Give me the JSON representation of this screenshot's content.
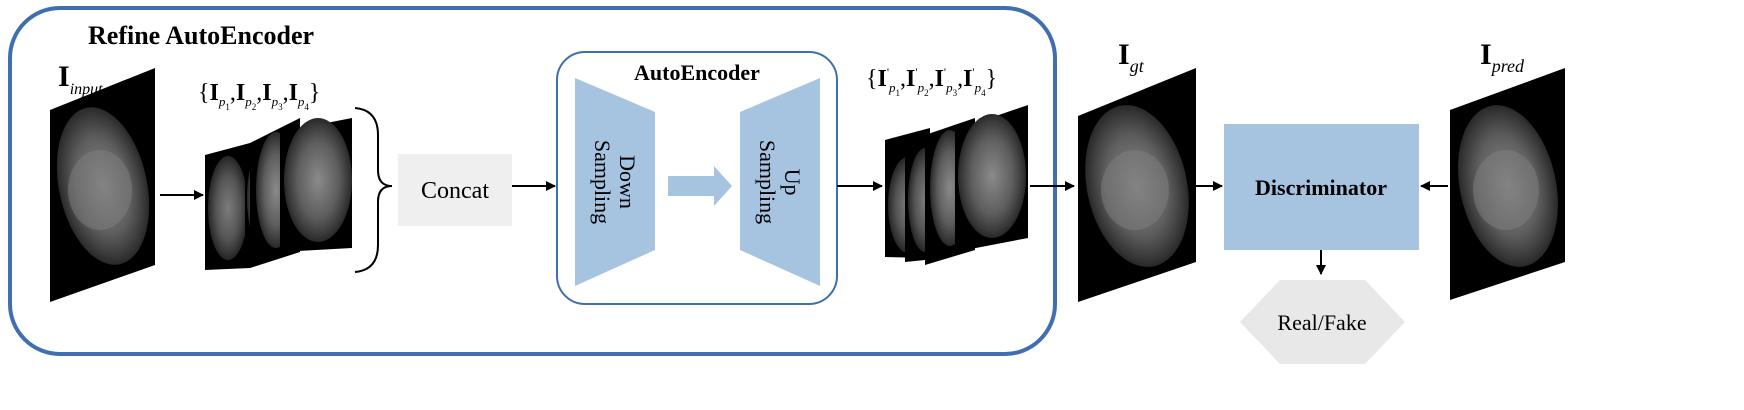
{
  "refine_box": {
    "title": "Refine AutoEncoder"
  },
  "autoencoder_box": {
    "title": "AutoEncoder"
  },
  "labels": {
    "input": {
      "base": "I",
      "sub": "input"
    },
    "gt": {
      "base": "I",
      "sub": "gt"
    },
    "pred": {
      "base": "I",
      "sub": "pred"
    },
    "patches_set": {
      "open": "{",
      "close": "}",
      "items": [
        {
          "base": "I",
          "sub": "p",
          "subsub": "1"
        },
        {
          "base": "I",
          "sub": "p",
          "subsub": "2"
        },
        {
          "base": "I",
          "sub": "p",
          "subsub": "3"
        },
        {
          "base": "I",
          "sub": "p",
          "subsub": "4"
        }
      ]
    },
    "refined_set": {
      "open": "{",
      "close": "}",
      "items": [
        {
          "base": "I",
          "prime": "'",
          "sub": "p",
          "subsub": "1"
        },
        {
          "base": "I",
          "prime": "'",
          "sub": "p",
          "subsub": "2"
        },
        {
          "base": "I",
          "prime": "'",
          "sub": "p",
          "subsub": "3"
        },
        {
          "base": "I",
          "prime": "'",
          "sub": "p",
          "subsub": "4"
        }
      ]
    }
  },
  "blocks": {
    "concat": "Concat",
    "down_sampling": [
      "Down",
      "Sampling"
    ],
    "up_sampling": [
      "Up",
      "Sampling"
    ],
    "discriminator": "Discriminator",
    "real_fake": "Real/Fake"
  },
  "colors": {
    "frame_blue": "#3f6fae",
    "block_blue": "#a6c4e0",
    "concat_gray": "#efefef",
    "decision_gray": "#e8e8e8"
  }
}
